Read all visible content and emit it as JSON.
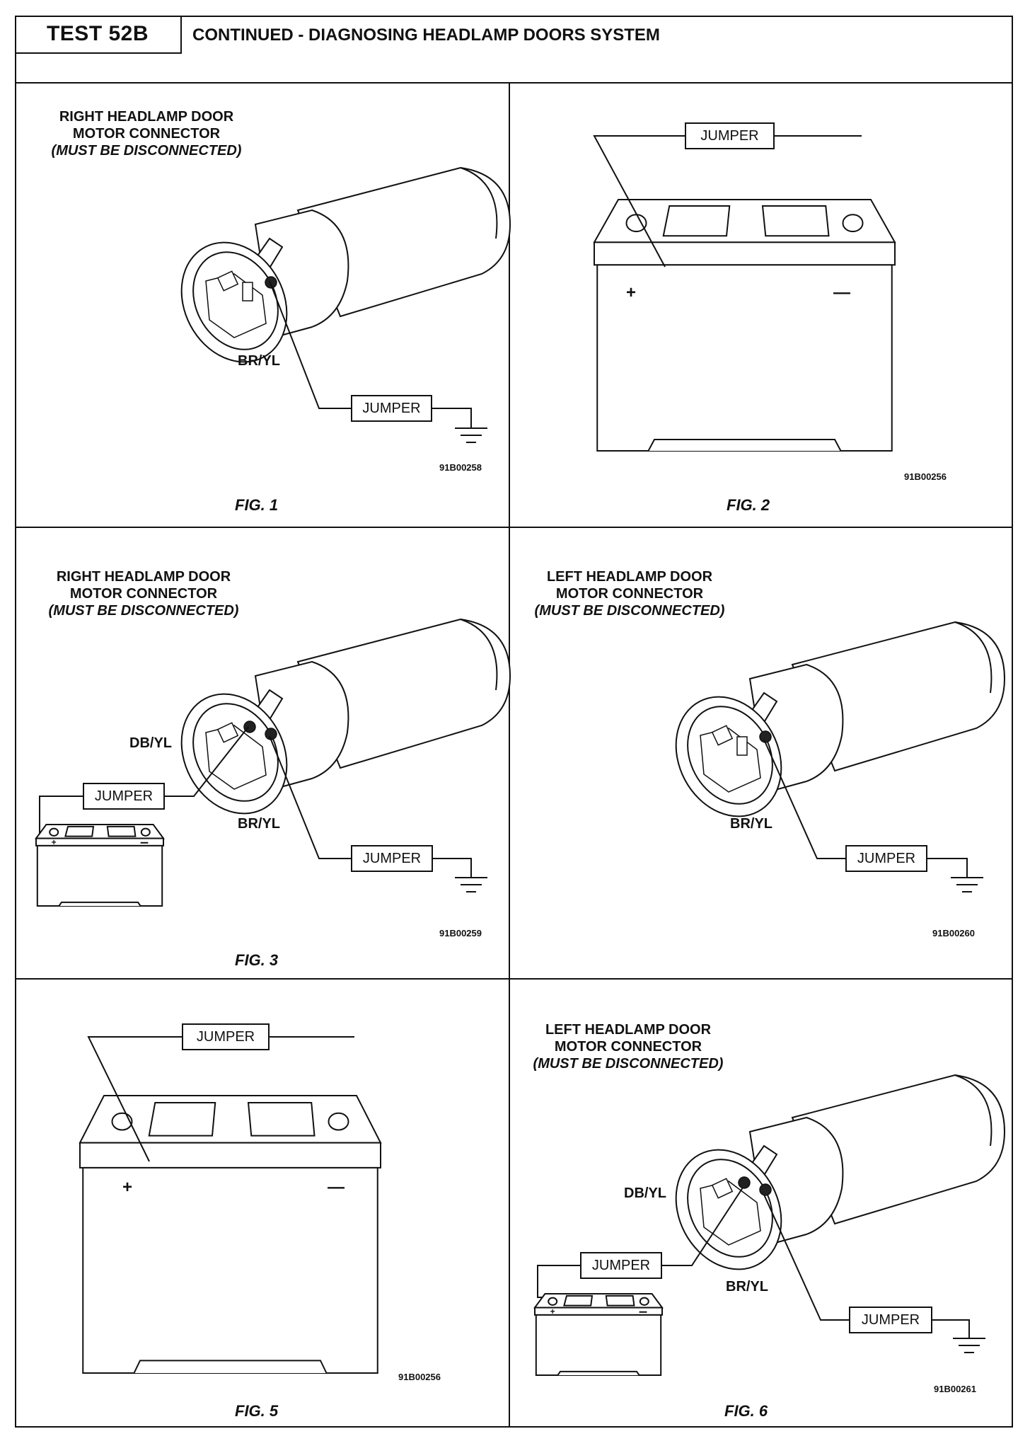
{
  "header": {
    "test_label": "TEST 52B",
    "title": "CONTINUED - DIAGNOSING HEADLAMP DOORS SYSTEM"
  },
  "figures": [
    {
      "caption": "FIG. 1",
      "code": "91B00258",
      "label_lines": [
        "RIGHT HEADLAMP DOOR",
        "MOTOR CONNECTOR",
        "(MUST BE DISCONNECTED)"
      ],
      "wire_label": "BR/YL",
      "jumper": "JUMPER"
    },
    {
      "caption": "FIG. 2",
      "code": "91B00256",
      "jumper": "JUMPER",
      "plus": "+",
      "minus": "—"
    },
    {
      "caption": "FIG. 3",
      "code": "91B00259",
      "label_lines": [
        "RIGHT HEADLAMP DOOR",
        "MOTOR CONNECTOR",
        "(MUST BE DISCONNECTED)"
      ],
      "wire_label_top": "DB/YL",
      "wire_label": "BR/YL",
      "jumper_left": "JUMPER",
      "jumper": "JUMPER"
    },
    {
      "caption": "",
      "code": "91B00260",
      "label_lines": [
        "LEFT HEADLAMP DOOR",
        "MOTOR CONNECTOR",
        "(MUST BE DISCONNECTED)"
      ],
      "wire_label": "BR/YL",
      "jumper": "JUMPER"
    },
    {
      "caption": "FIG. 5",
      "code": "91B00256",
      "jumper": "JUMPER",
      "plus": "+",
      "minus": "—"
    },
    {
      "caption": "FIG. 6",
      "code": "91B00261",
      "label_lines": [
        "LEFT HEADLAMP DOOR",
        "MOTOR CONNECTOR",
        "(MUST BE DISCONNECTED)"
      ],
      "wire_label_top": "DB/YL",
      "wire_label": "BR/YL",
      "jumper_left": "JUMPER",
      "jumper": "JUMPER"
    }
  ]
}
